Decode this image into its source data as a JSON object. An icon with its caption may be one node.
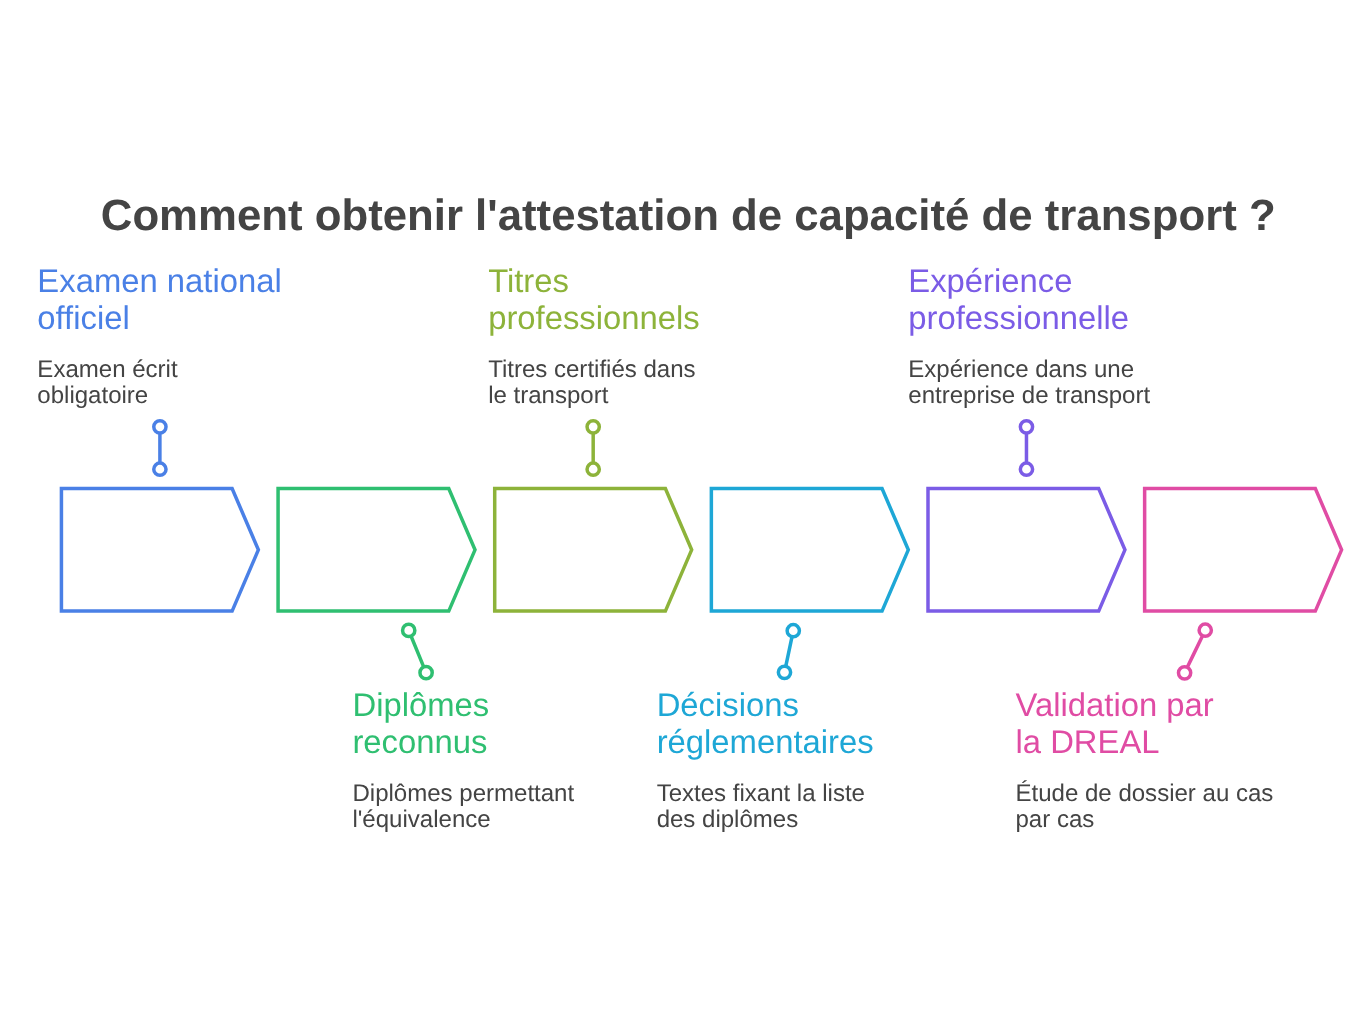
{
  "diagram": {
    "title": "Comment obtenir l'attestation de capacité de transport ?",
    "nodes": [
      {
        "text": [
          "Examen national officiel",
          "Examen écrit obligatoire"
        ]
      },
      {
        "text": [
          "Titres professionnels",
          "Titres certifiés dans le transport"
        ]
      },
      {
        "text": [
          "Expérience professionnelle",
          "Expérience dans une entreprise de transport"
        ]
      },
      {
        "text": [],
        "shape": "chevron"
      },
      {
        "text": [],
        "shape": "chevron"
      },
      {
        "text": [],
        "shape": "chevron"
      },
      {
        "text": [],
        "shape": "chevron"
      },
      {
        "text": [],
        "shape": "chevron"
      },
      {
        "text": [],
        "shape": "chevron"
      },
      {
        "text": [
          "Diplômes reconnus",
          "Diplômes permettant l'équivalence"
        ]
      },
      {
        "text": [
          "Décisions réglementaires",
          "Textes fixant la liste des diplômes"
        ]
      },
      {
        "text": [
          "Validation par la DREAL",
          "Étude de dossier au cas par cas"
        ]
      }
    ],
    "edges": [
      {
        "from": 0,
        "to": 3,
        "arrow": "other",
        "color": "#4a80e6"
      },
      {
        "from": 9,
        "to": 4,
        "arrow": "other",
        "color": "#2fbf71"
      },
      {
        "from": 1,
        "to": 5,
        "arrow": "other",
        "color": "#8db33a"
      },
      {
        "from": 10,
        "to": 6,
        "arrow": "other",
        "color": "#1ea7d6"
      },
      {
        "from": 2,
        "to": 7,
        "arrow": "other",
        "color": "#7b5ce6"
      },
      {
        "from": 11,
        "to": 8,
        "arrow": "other",
        "color": "#e04ca4"
      }
    ]
  }
}
